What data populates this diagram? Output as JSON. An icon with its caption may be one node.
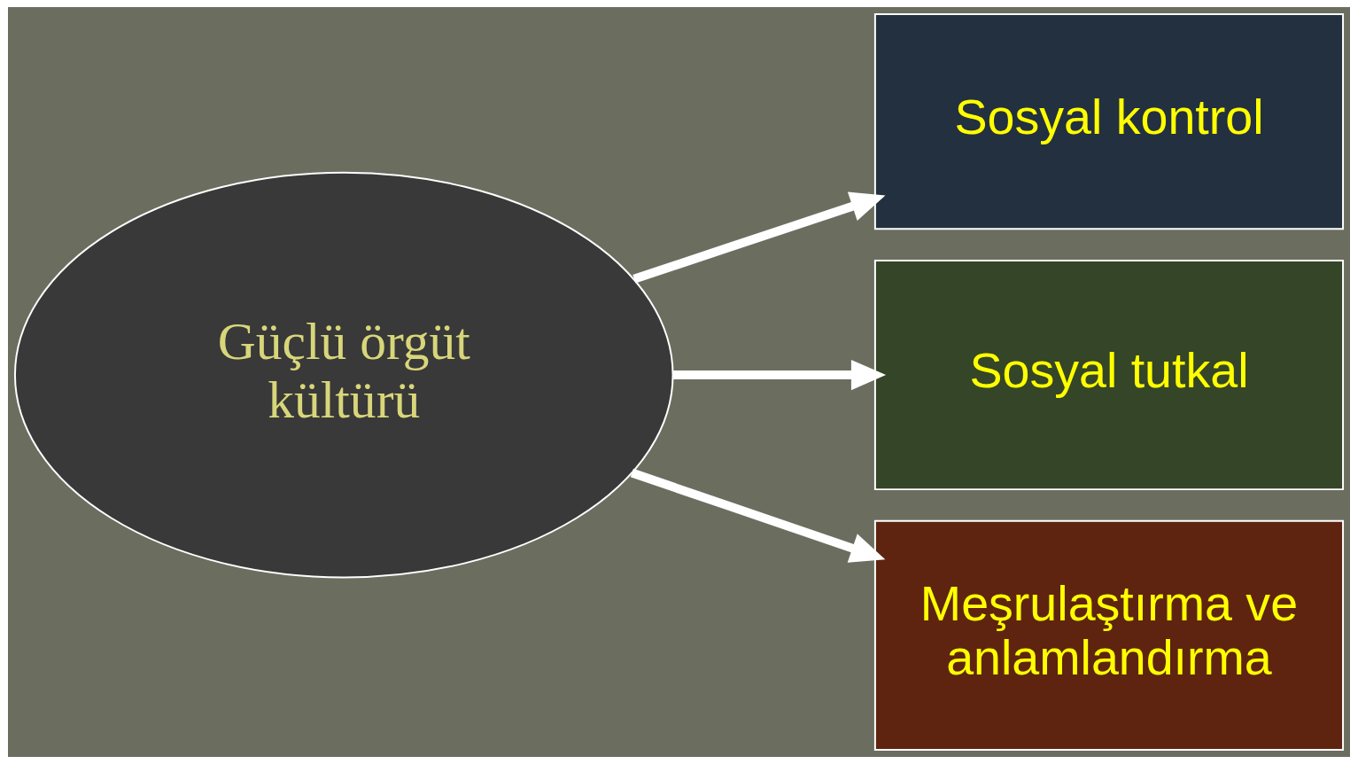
{
  "diagram": {
    "nodes": [
      {
        "text": [
          "Güçlü örgüt kültürü"
        ]
      },
      {
        "text": [
          "Sosyal kontrol"
        ]
      },
      {
        "text": [
          "Sosyal tutkal"
        ]
      },
      {
        "text": [
          "Meşrulaştırma ve anlamlandırma"
        ]
      }
    ],
    "edges": [
      {
        "from": 0,
        "to": 1,
        "arrow": "to"
      },
      {
        "from": 0,
        "to": 2,
        "arrow": "to"
      },
      {
        "from": 0,
        "to": 3,
        "arrow": "to"
      }
    ]
  }
}
